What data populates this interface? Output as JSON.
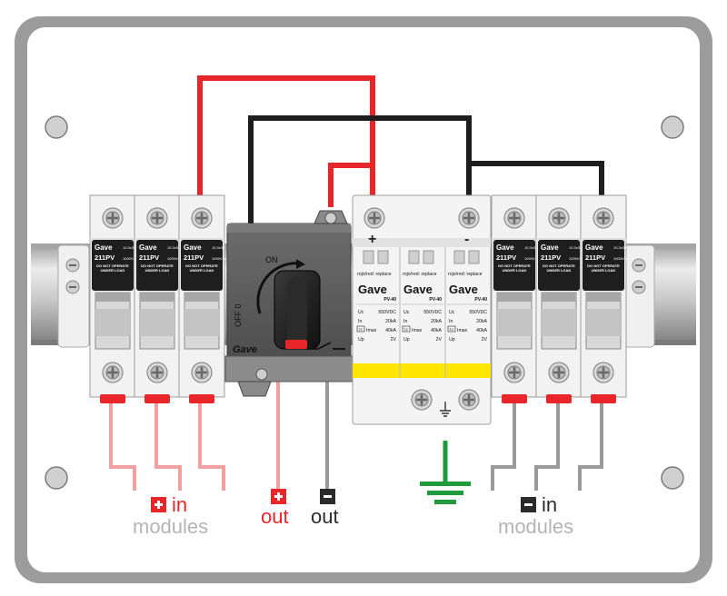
{
  "breaker": {
    "brand": "Gave",
    "model": "211PV",
    "rating": "10.3x38",
    "voltage": "1000Vdc",
    "warning_line1": "DO NOT OPERATE",
    "warning_line2": "UNDER LOAD"
  },
  "switch": {
    "on_label": "ON",
    "off_label": "OFF 0",
    "brand": "Gave"
  },
  "spd": {
    "plus": "+",
    "minus": "-",
    "replace_text": "rojo/red: replace",
    "brand": "Gave",
    "model": "PV-40",
    "uc_label": "Uc",
    "uc_value": "550VDC",
    "in_label": "In",
    "in_value": "20kA",
    "imax_label": "Imax",
    "imax_value": "40kA",
    "up_label": "Up",
    "up_value": "2V",
    "t2_label": "T2"
  },
  "labels": {
    "plus_in": "in",
    "plus_in_modules": "modules",
    "plus_out": "out",
    "minus_out": "out",
    "minus_in": "in",
    "minus_in_modules": "modules"
  },
  "colors": {
    "red_wire": "#e8262a",
    "black_wire": "#1e1e1e",
    "pink_wire": "#f0a0a0",
    "grey_wire": "#9a9a9a",
    "green_ground": "#1f9a3c",
    "yellow_band": "#ffe600",
    "label_grey": "#b4b4b4"
  }
}
